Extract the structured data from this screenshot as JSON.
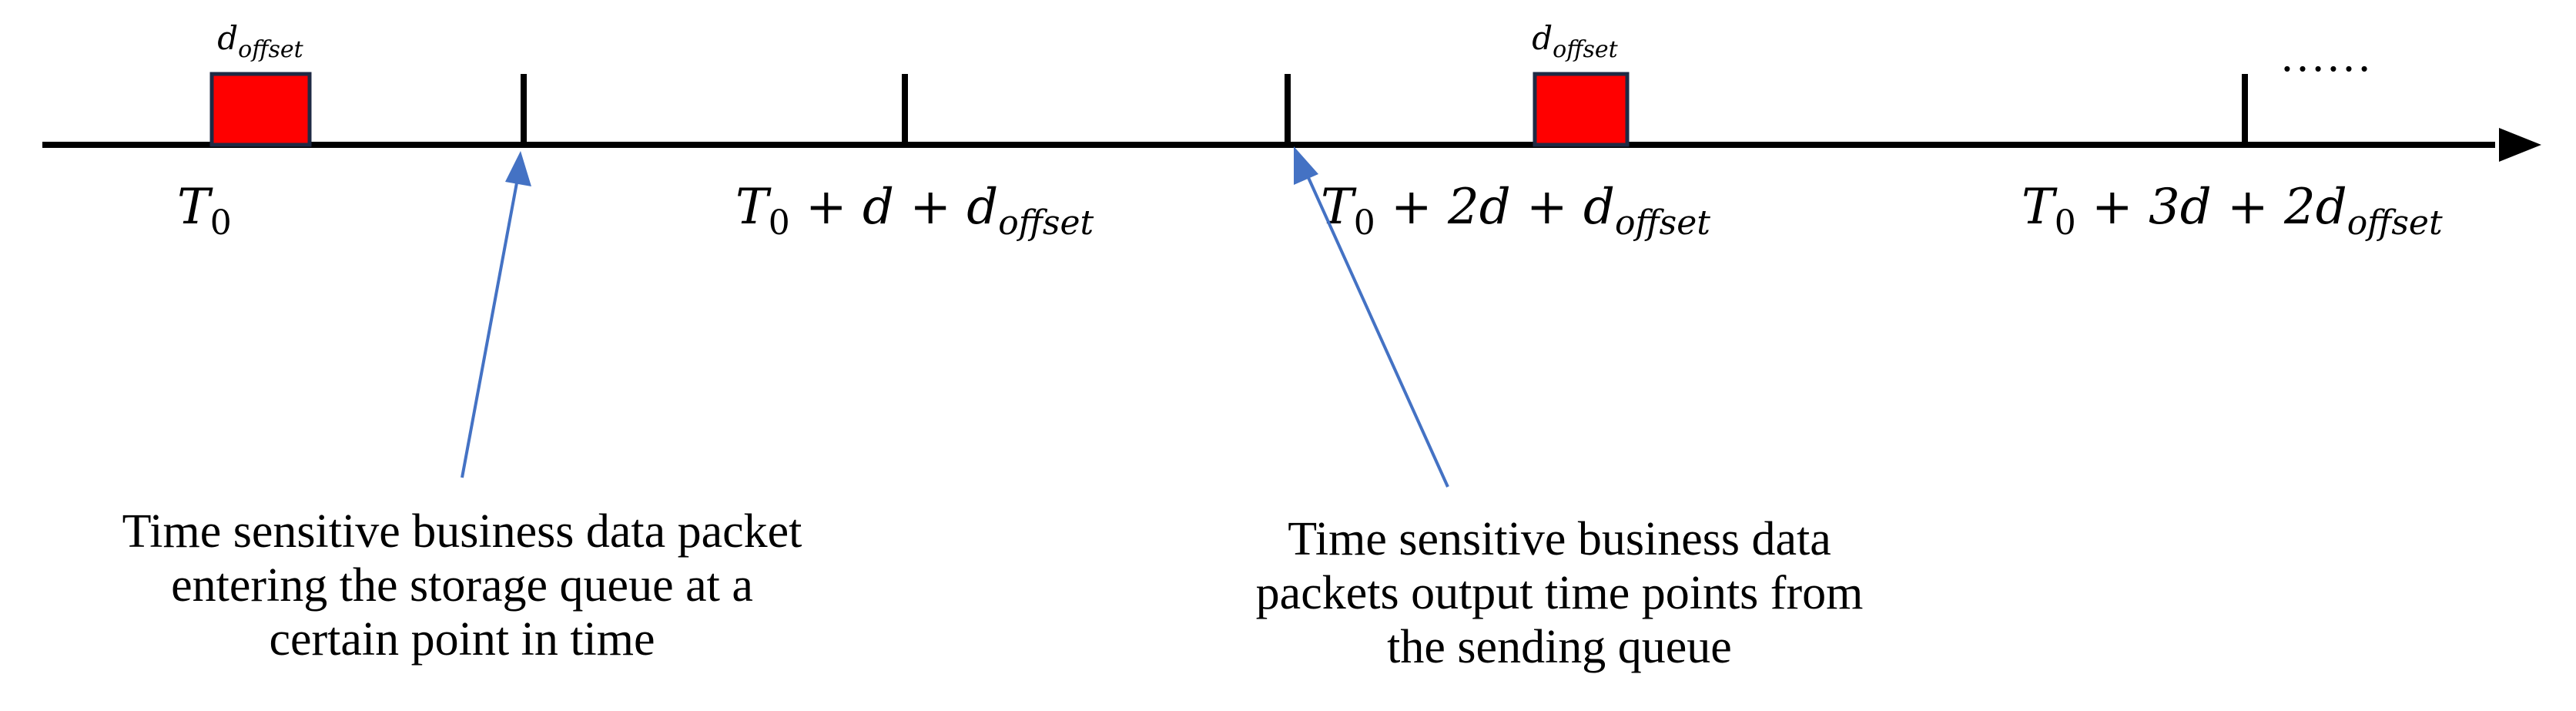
{
  "colors": {
    "timeline": "#000000",
    "offset_block_fill": "#ff0000",
    "offset_block_stroke": "#1f2a44",
    "pointer_arrow": "#4472c4"
  },
  "offset_blocks": [
    {
      "label": "d",
      "label_sub": "offset"
    },
    {
      "label": "d",
      "label_sub": "offset"
    }
  ],
  "time_labels": [
    {
      "base": "T",
      "sub": "0",
      "rest": ""
    },
    {
      "base": "T",
      "sub": "0",
      "rest": " + d + d",
      "rest_sub": "offset"
    },
    {
      "base": "T",
      "sub": "0",
      "rest": " + 2d + d",
      "rest_sub": "offset"
    },
    {
      "base": "T",
      "sub": "0",
      "rest": " + 3d + 2d",
      "rest_sub": "offset"
    }
  ],
  "continuation": "……",
  "captions": {
    "left": [
      "Time sensitive business data packet",
      "entering the storage queue at a",
      "certain point in time"
    ],
    "right": [
      "Time sensitive business data",
      "packets output time points from",
      "the sending queue"
    ]
  }
}
